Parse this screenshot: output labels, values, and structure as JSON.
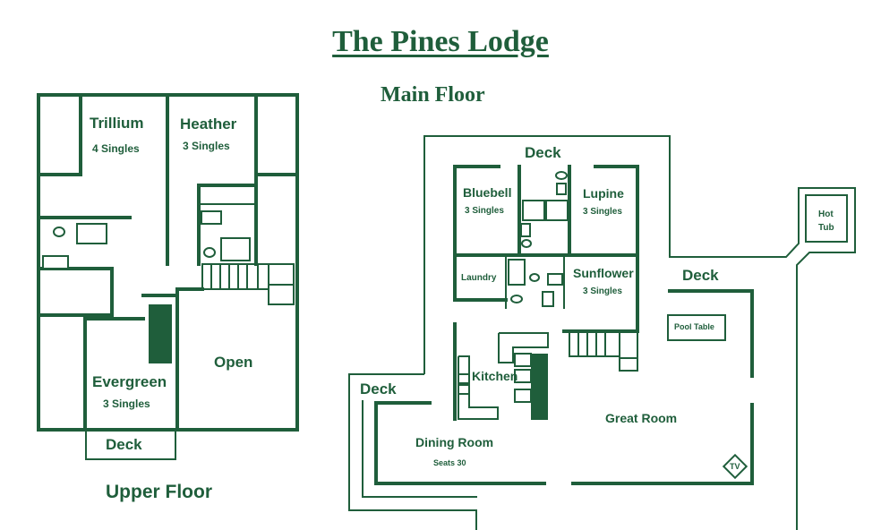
{
  "title": "The Pines Lodge",
  "main_floor": {
    "heading": "Main Floor",
    "deck_top": "Deck",
    "deck_right": "Deck",
    "deck_left": "Deck",
    "hot_tub_line1": "Hot",
    "hot_tub_line2": "Tub",
    "rooms": {
      "bluebell": {
        "name": "Bluebell",
        "beds": "3 Singles"
      },
      "lupine": {
        "name": "Lupine",
        "beds": "3 Singles"
      },
      "laundry": {
        "name": "Laundry"
      },
      "sunflower": {
        "name": "Sunflower",
        "beds": "3 Singles"
      },
      "kitchen": {
        "name": "Kitchen"
      },
      "dining_room": {
        "name": "Dining Room",
        "note": "Seats 30"
      },
      "great_room": {
        "name": "Great Room"
      },
      "pool_table": "Pool Table",
      "tv": "TV"
    }
  },
  "upper_floor": {
    "heading": "Upper Floor",
    "deck": "Deck",
    "rooms": {
      "trillium": {
        "name": "Trillium",
        "beds": "4 Singles"
      },
      "heather": {
        "name": "Heather",
        "beds": "3 Singles"
      },
      "evergreen": {
        "name": "Evergreen",
        "beds": "3 Singles"
      },
      "open": {
        "name": "Open"
      }
    }
  }
}
